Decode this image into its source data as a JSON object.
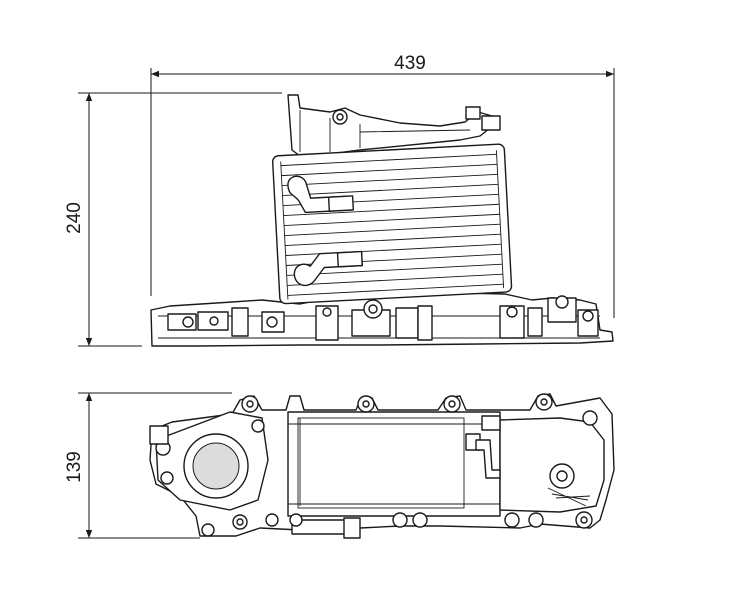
{
  "drawing": {
    "dimensions": {
      "width_label": "439",
      "side_height_label": "240",
      "top_height_label": "139"
    }
  }
}
